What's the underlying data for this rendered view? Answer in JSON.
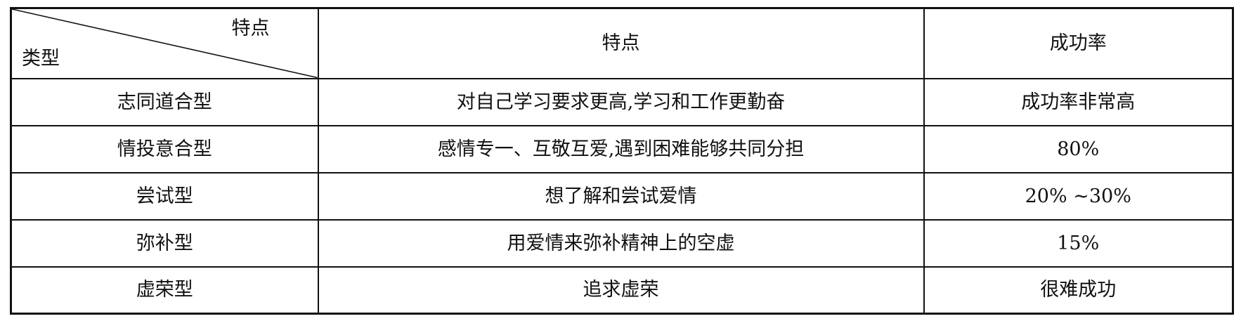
{
  "table": {
    "corner_header": {
      "top_label": "特点",
      "bottom_label": "类型"
    },
    "headers": [
      "特点",
      "成功率"
    ],
    "rows": [
      {
        "type": "志同道合型",
        "feature": "对自己学习要求更高,学习和工作更勤奋",
        "success_rate": "成功率非常高"
      },
      {
        "type": "情投意合型",
        "feature": "感情专一、互敬互爱,遇到困难能够共同分担",
        "success_rate": "80%"
      },
      {
        "type": "尝试型",
        "feature": "想了解和尝试爱情",
        "success_rate": "20% ~30%"
      },
      {
        "type": "弥补型",
        "feature": "用爱情来弥补精神上的空虚",
        "success_rate": "15%"
      },
      {
        "type": "虚荣型",
        "feature": "追求虚荣",
        "success_rate": "很难成功"
      }
    ]
  }
}
